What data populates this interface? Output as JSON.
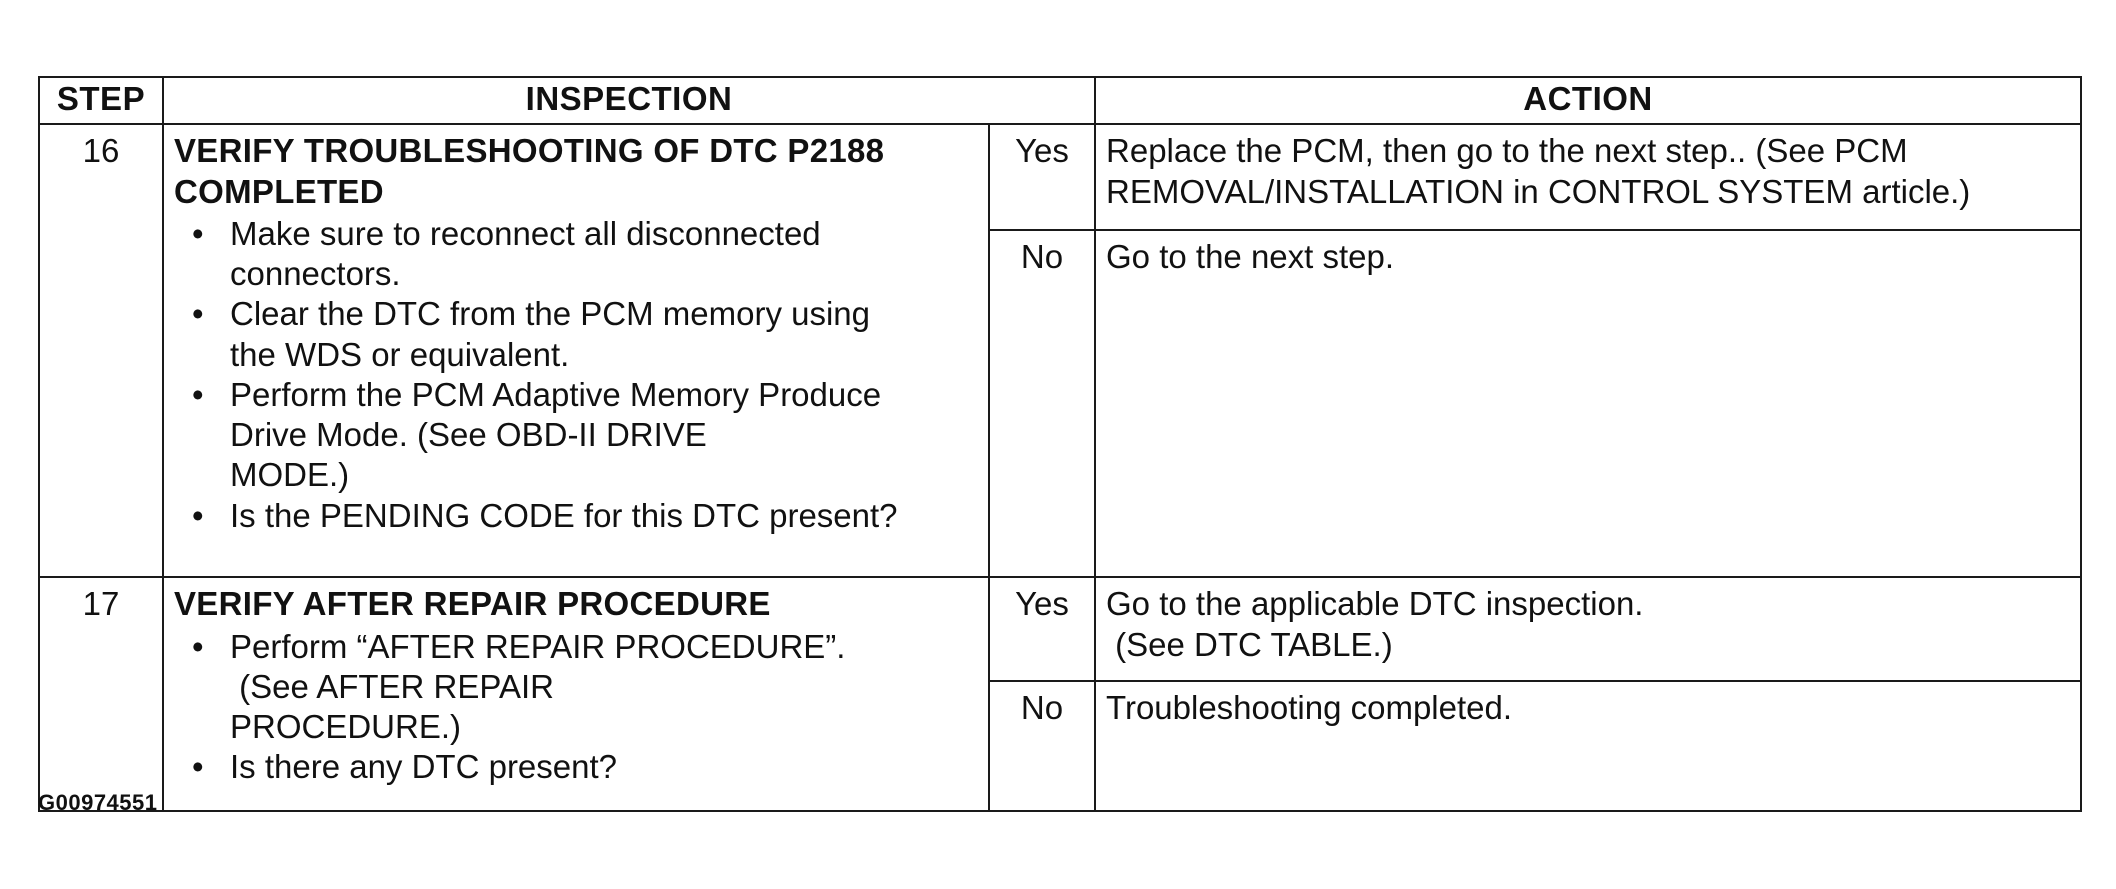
{
  "table": {
    "headers": {
      "step": "STEP",
      "inspection": "INSPECTION",
      "action": "ACTION"
    },
    "rows": [
      {
        "step": "16",
        "title_line1": "VERIFY TROUBLESHOOTING OF DTC P2188",
        "title_line2": "COMPLETED",
        "bullets": [
          [
            "Make sure to reconnect all disconnected",
            "connectors."
          ],
          [
            "Clear the DTC from the PCM memory using",
            "the WDS or equivalent."
          ],
          [
            "Perform the PCM Adaptive Memory Produce",
            "Drive Mode. (See OBD-II DRIVE",
            "MODE.)"
          ],
          [
            "Is the PENDING CODE for this DTC present?"
          ]
        ],
        "yes_label": "Yes",
        "yes_action": [
          "Replace the PCM, then go to the next step..  (See PCM",
          "REMOVAL/INSTALLATION in  CONTROL SYSTEM article.)"
        ],
        "no_label": "No",
        "no_action": [
          "Go to the next step."
        ]
      },
      {
        "step": "17",
        "title_line1": "VERIFY AFTER REPAIR PROCEDURE",
        "bullets": [
          [
            "Perform “AFTER REPAIR PROCEDURE”.",
            " (See AFTER REPAIR",
            "PROCEDURE.)"
          ],
          [
            "Is there any DTC present?"
          ]
        ],
        "yes_label": "Yes",
        "yes_action": [
          "Go to the applicable DTC inspection.",
          " (See DTC TABLE.)"
        ],
        "no_label": "No",
        "no_action": [
          "Troubleshooting completed."
        ]
      }
    ]
  },
  "figure_id": "G00974551",
  "bullet_glyph": "•"
}
